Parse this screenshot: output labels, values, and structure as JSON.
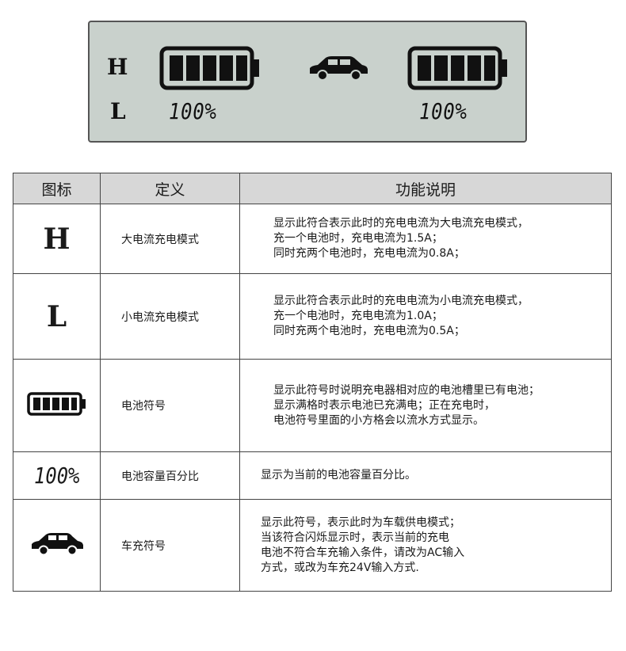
{
  "lcd": {
    "mode_high": "H",
    "mode_low": "L",
    "left_percent": "100%",
    "right_percent": "100%"
  },
  "table": {
    "headers": [
      "图标",
      "定义",
      "功能说明"
    ],
    "rows": [
      {
        "symbol": "H",
        "icon": "h-mode-letter",
        "definition": "大电流充电模式",
        "lines": [
          "显示此符合表示此时的充电电流为大电流充电模式，",
          "充一个电池时，充电电流为1.5A；",
          "同时充两个电池时，充电电流为0.8A；"
        ]
      },
      {
        "symbol": "L",
        "icon": "l-mode-letter",
        "definition": "小电流充电模式",
        "lines": [
          "显示此符合表示此时的充电电流为小电流充电模式，",
          "充一个电池时，充电电流为1.0A；",
          "同时充两个电池时，充电电流为0.5A；"
        ]
      },
      {
        "icon": "battery-icon",
        "definition": "电池符号",
        "lines": [
          "显示此符号时说明充电器相对应的电池槽里已有电池；",
          "显示满格时表示电池已充满电；正在充电时，",
          "电池符号里面的小方格会以流水方式显示。"
        ]
      },
      {
        "symbol": "100%",
        "icon": "percent-readout",
        "definition": "电池容量百分比",
        "lines": [
          "显示为当前的电池容量百分比。"
        ]
      },
      {
        "icon": "car-icon",
        "definition": "车充符号",
        "lines": [
          "显示此符号，表示此时为车载供电模式；",
          "当该符合闪烁显示时，表示当前的充电",
          "电池不符合车充输入条件，请改为AC输入",
          "方式，或改为车充24V输入方式."
        ]
      }
    ]
  },
  "colors": {
    "lcd_background": "#c9d1cc",
    "header_background": "#d7d7d7",
    "ink": "#111111"
  }
}
